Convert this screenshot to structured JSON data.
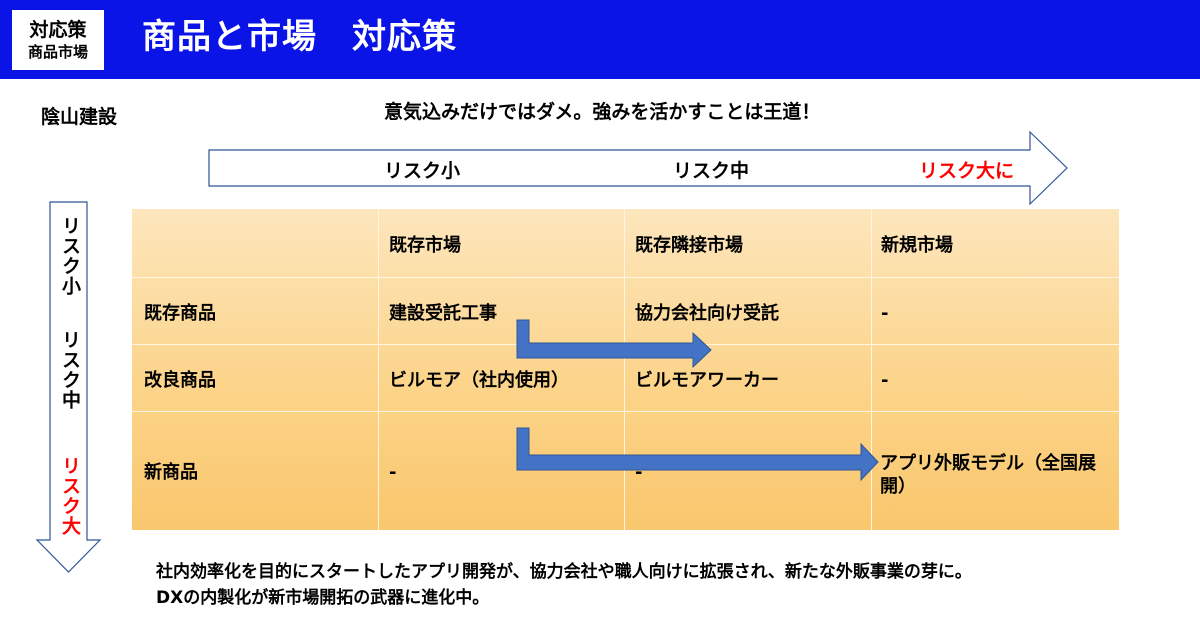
{
  "header": {
    "badge_line1": "対応策",
    "badge_line2": "商品市場",
    "title": "商品と市場　対応策"
  },
  "company": "陰山建設",
  "slogan": "意気込みだけではダメ。強みを活かすことは王道！",
  "horizontal_risk": {
    "low": "リスク小",
    "mid": "リスク中",
    "high": "リスク大に"
  },
  "vertical_risk": {
    "low": "リスク小",
    "mid": "リスク中",
    "high": "リスク大"
  },
  "matrix": {
    "columns": [
      "既存市場",
      "既存隣接市場",
      "新規市場"
    ],
    "rows": [
      {
        "label": "既存商品",
        "cells": [
          "建設受託工事",
          "協力会社向け受託",
          "-"
        ]
      },
      {
        "label": "改良商品",
        "cells": [
          "ビルモア（社内使用）",
          "ビルモアワーカー",
          "-"
        ]
      },
      {
        "label": "新商品",
        "cells": [
          "-",
          "-",
          "アプリ外販モデル（全国展開）"
        ]
      }
    ]
  },
  "notes": [
    "社内効率化を目的にスタートしたアプリ開発が、協力会社や職人向けに拡張され、新たな外販事業の芽に。",
    "DXの内製化が新市場開拓の武器に進化中。"
  ],
  "colors": {
    "header_bg": "#0a14e6",
    "accent_red": "#ff0000",
    "flow_arrow": "#4472c4",
    "outline_arrow": "#2f5597"
  }
}
